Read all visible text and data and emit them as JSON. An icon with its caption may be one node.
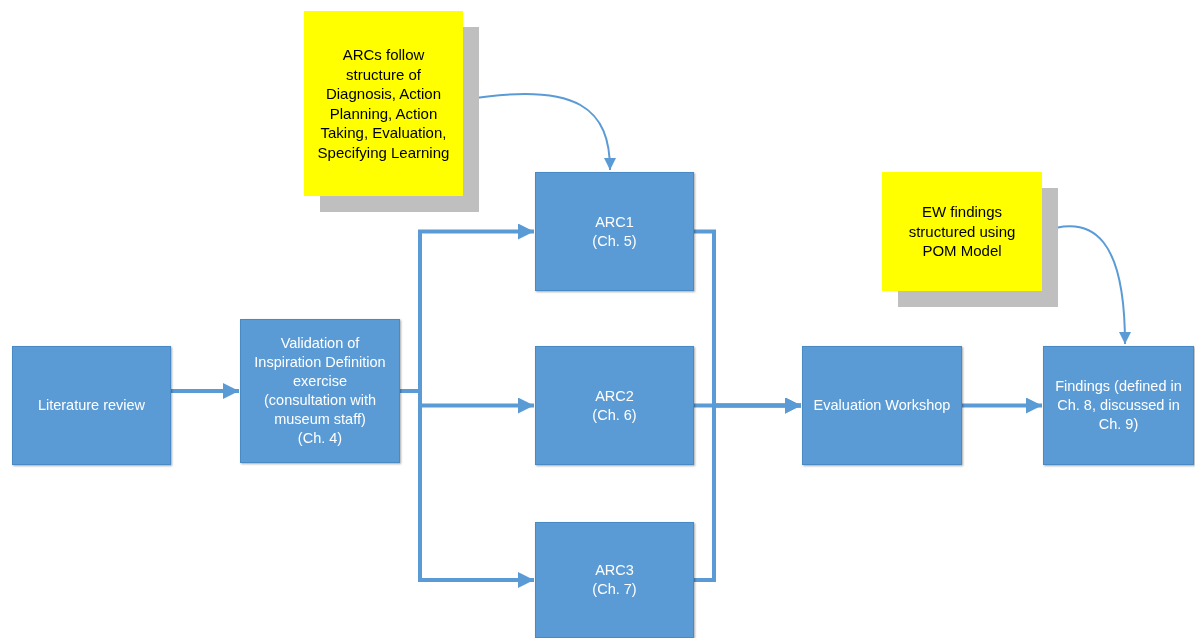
{
  "diagram": {
    "nodes": [
      {
        "text": [
          "Literature review"
        ]
      },
      {
        "text": [
          "Validation of Inspiration Definition exercise (consultation with museum staff)",
          "(Ch. 4)"
        ]
      },
      {
        "text": [
          "ARC1",
          "(Ch. 5)"
        ]
      },
      {
        "text": [
          "ARC2",
          "(Ch. 6)"
        ]
      },
      {
        "text": [
          "ARC3",
          "(Ch. 7)"
        ]
      },
      {
        "text": [
          "Evaluation Workshop"
        ]
      },
      {
        "text": [
          "Findings (defined in Ch. 8, discussed in Ch. 9)"
        ]
      },
      {
        "text": [
          "ARCs follow structure of Diagnosis, Action Planning, Action Taking, Evaluation, Specifying Learning"
        ]
      },
      {
        "text": [
          "EW findings structured using POM Model"
        ]
      }
    ],
    "edges": [
      {
        "from": 0,
        "to": 1,
        "arrow": "to"
      },
      {
        "from": 1,
        "to": 2,
        "arrow": "to"
      },
      {
        "from": 1,
        "to": 3,
        "arrow": "to"
      },
      {
        "from": 1,
        "to": 4,
        "arrow": "to"
      },
      {
        "from": 2,
        "to": 5,
        "arrow": "to"
      },
      {
        "from": 3,
        "to": 5,
        "arrow": "to"
      },
      {
        "from": 4,
        "to": 5,
        "arrow": "to"
      },
      {
        "from": 5,
        "to": 6,
        "arrow": "to"
      },
      {
        "from": 7,
        "to": 2,
        "arrow": "to"
      },
      {
        "from": 8,
        "to": 6,
        "arrow": "to"
      }
    ]
  }
}
